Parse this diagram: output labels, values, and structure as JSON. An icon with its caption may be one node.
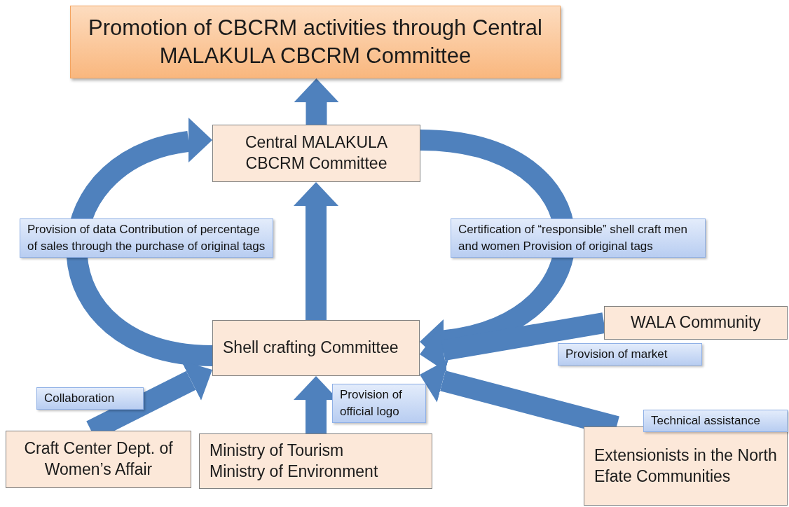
{
  "diagram": {
    "nodes": [
      {
        "text": [
          "Promotion of CBCRM activities through Central MALAKULA CBCRM Committee"
        ]
      },
      {
        "text": [
          "Central MALAKULA CBCRM Committee"
        ]
      },
      {
        "text": [
          "Shell crafting Committee"
        ]
      },
      {
        "text": [
          "WALA Community"
        ]
      },
      {
        "text": [
          "Craft Center Dept. of Women’s Affair"
        ]
      },
      {
        "text": [
          "Ministry of Tourism Ministry of Environment"
        ]
      },
      {
        "text": [
          "Extensionists in the North Efate Communities"
        ]
      }
    ],
    "edges": [
      {
        "from": 1,
        "to": 0,
        "arrow": "to"
      },
      {
        "from": 2,
        "to": 1,
        "arrow": "to",
        "label": "Provision of data Contribution of percentage of sales through the purchase of original tags"
      },
      {
        "from": 1,
        "to": 2,
        "arrow": "to",
        "label": "Certification of “responsible” shell craft men and women Provision of original tags"
      },
      {
        "from": 2,
        "to": 1,
        "arrow": "to"
      },
      {
        "from": 3,
        "to": 2,
        "arrow": "to",
        "label": "Provision of market"
      },
      {
        "from": 4,
        "to": 2,
        "arrow": "to",
        "label": "Collaboration"
      },
      {
        "from": 5,
        "to": 2,
        "arrow": "to",
        "label": "Provision of official logo"
      },
      {
        "from": 6,
        "to": 2,
        "arrow": "to",
        "label": "Technical assistance"
      }
    ]
  }
}
